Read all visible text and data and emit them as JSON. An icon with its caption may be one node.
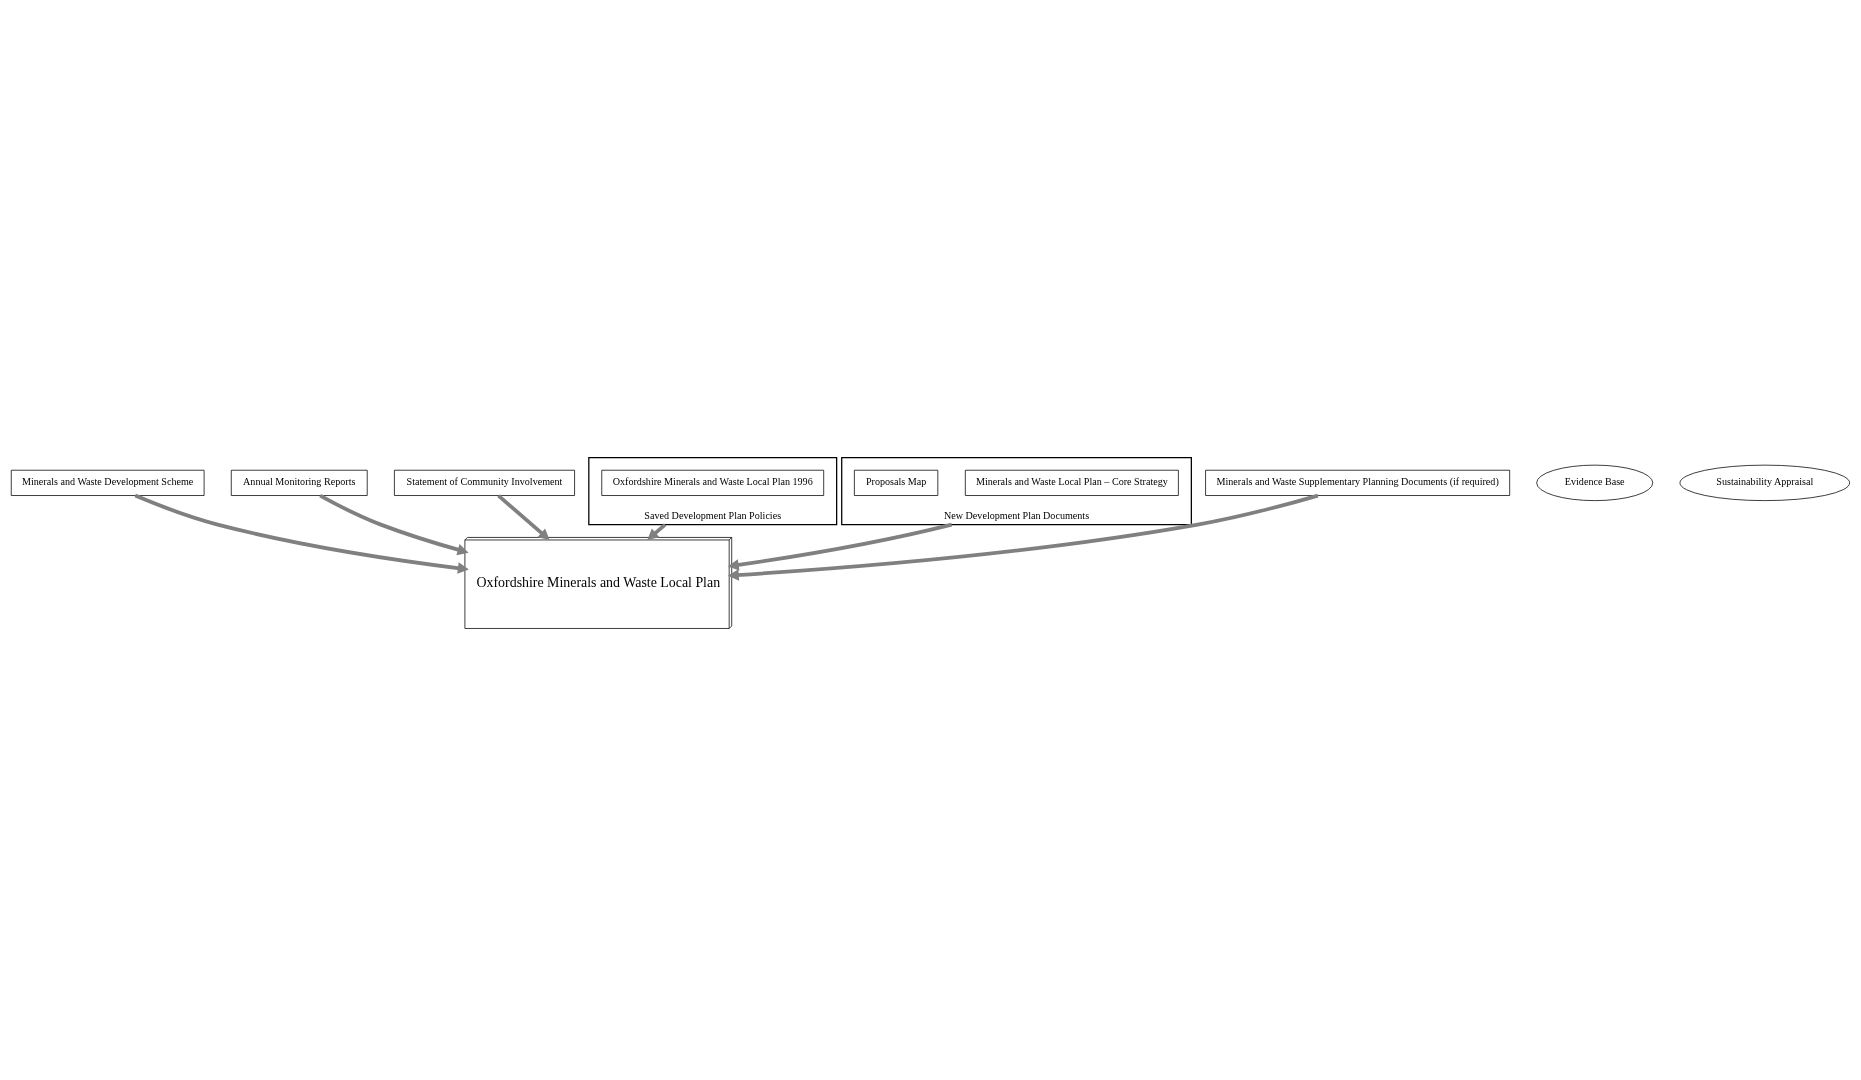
{
  "diagram": {
    "nodes": [
      {
        "text": [
          "Minerals and Waste Development Scheme"
        ]
      },
      {
        "text": [
          "Annual Monitoring Reports"
        ]
      },
      {
        "text": [
          "Statement of Community Involvement"
        ]
      },
      {
        "text": [
          "Oxfordshire Minerals and Waste Local Plan"
        ]
      },
      {
        "text": [
          "Saved Development Plan Policies"
        ]
      },
      {
        "text": [
          "Oxfordshire Minerals and Waste Local Plan 1996"
        ],
        "in": 4
      },
      {
        "text": [
          "New Development Plan Documents"
        ]
      },
      {
        "text": [
          "Minerals and Waste Local Plan – Core Strategy"
        ],
        "in": 6
      },
      {
        "text": [
          "Proposals Map"
        ],
        "in": 6
      },
      {
        "text": [
          "Minerals and Waste Supplementary Planning Documents (if required)"
        ]
      },
      {
        "text": [
          "Evidence Base"
        ]
      },
      {
        "text": [
          "Sustainability Appraisal"
        ]
      }
    ],
    "edges": [
      {
        "from": 0,
        "to": 3,
        "arrow": "to"
      },
      {
        "from": 1,
        "to": 3,
        "arrow": "to"
      },
      {
        "from": 2,
        "to": 3,
        "arrow": "to"
      },
      {
        "from": 4,
        "to": 3,
        "arrow": "to"
      },
      {
        "from": 6,
        "to": 3,
        "arrow": "to"
      },
      {
        "from": 9,
        "to": 3,
        "arrow": "to"
      }
    ]
  }
}
